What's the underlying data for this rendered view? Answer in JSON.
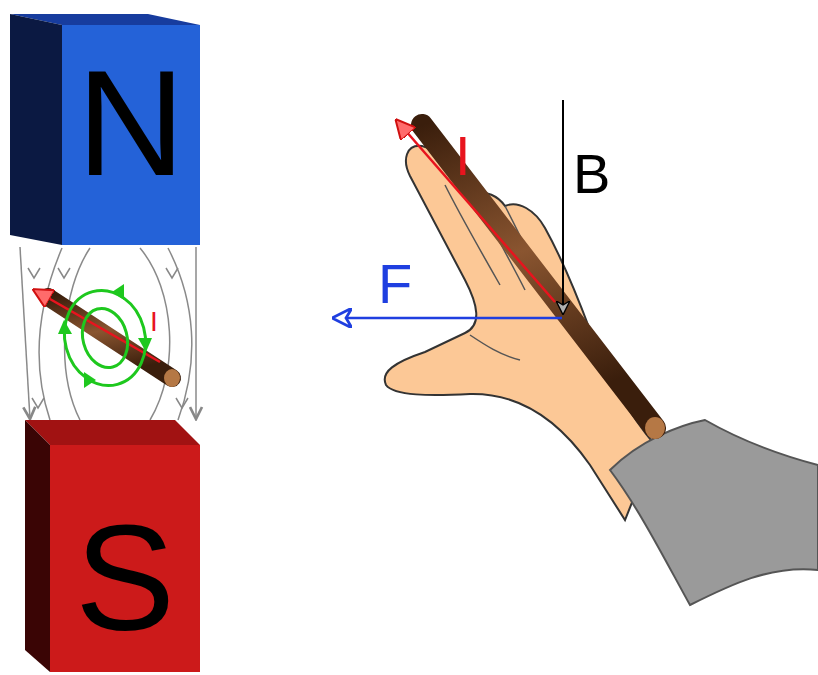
{
  "diagram": {
    "nodes": [
      {
        "text": [
          "N"
        ]
      },
      {
        "text": [
          "S"
        ]
      }
    ],
    "edges": [
      {
        "from": 0,
        "to": 1,
        "arrow": "to"
      },
      {
        "from": 0,
        "to": 1,
        "arrow": "to"
      }
    ],
    "labels": [
      "I",
      "I",
      "B",
      "F"
    ]
  }
}
